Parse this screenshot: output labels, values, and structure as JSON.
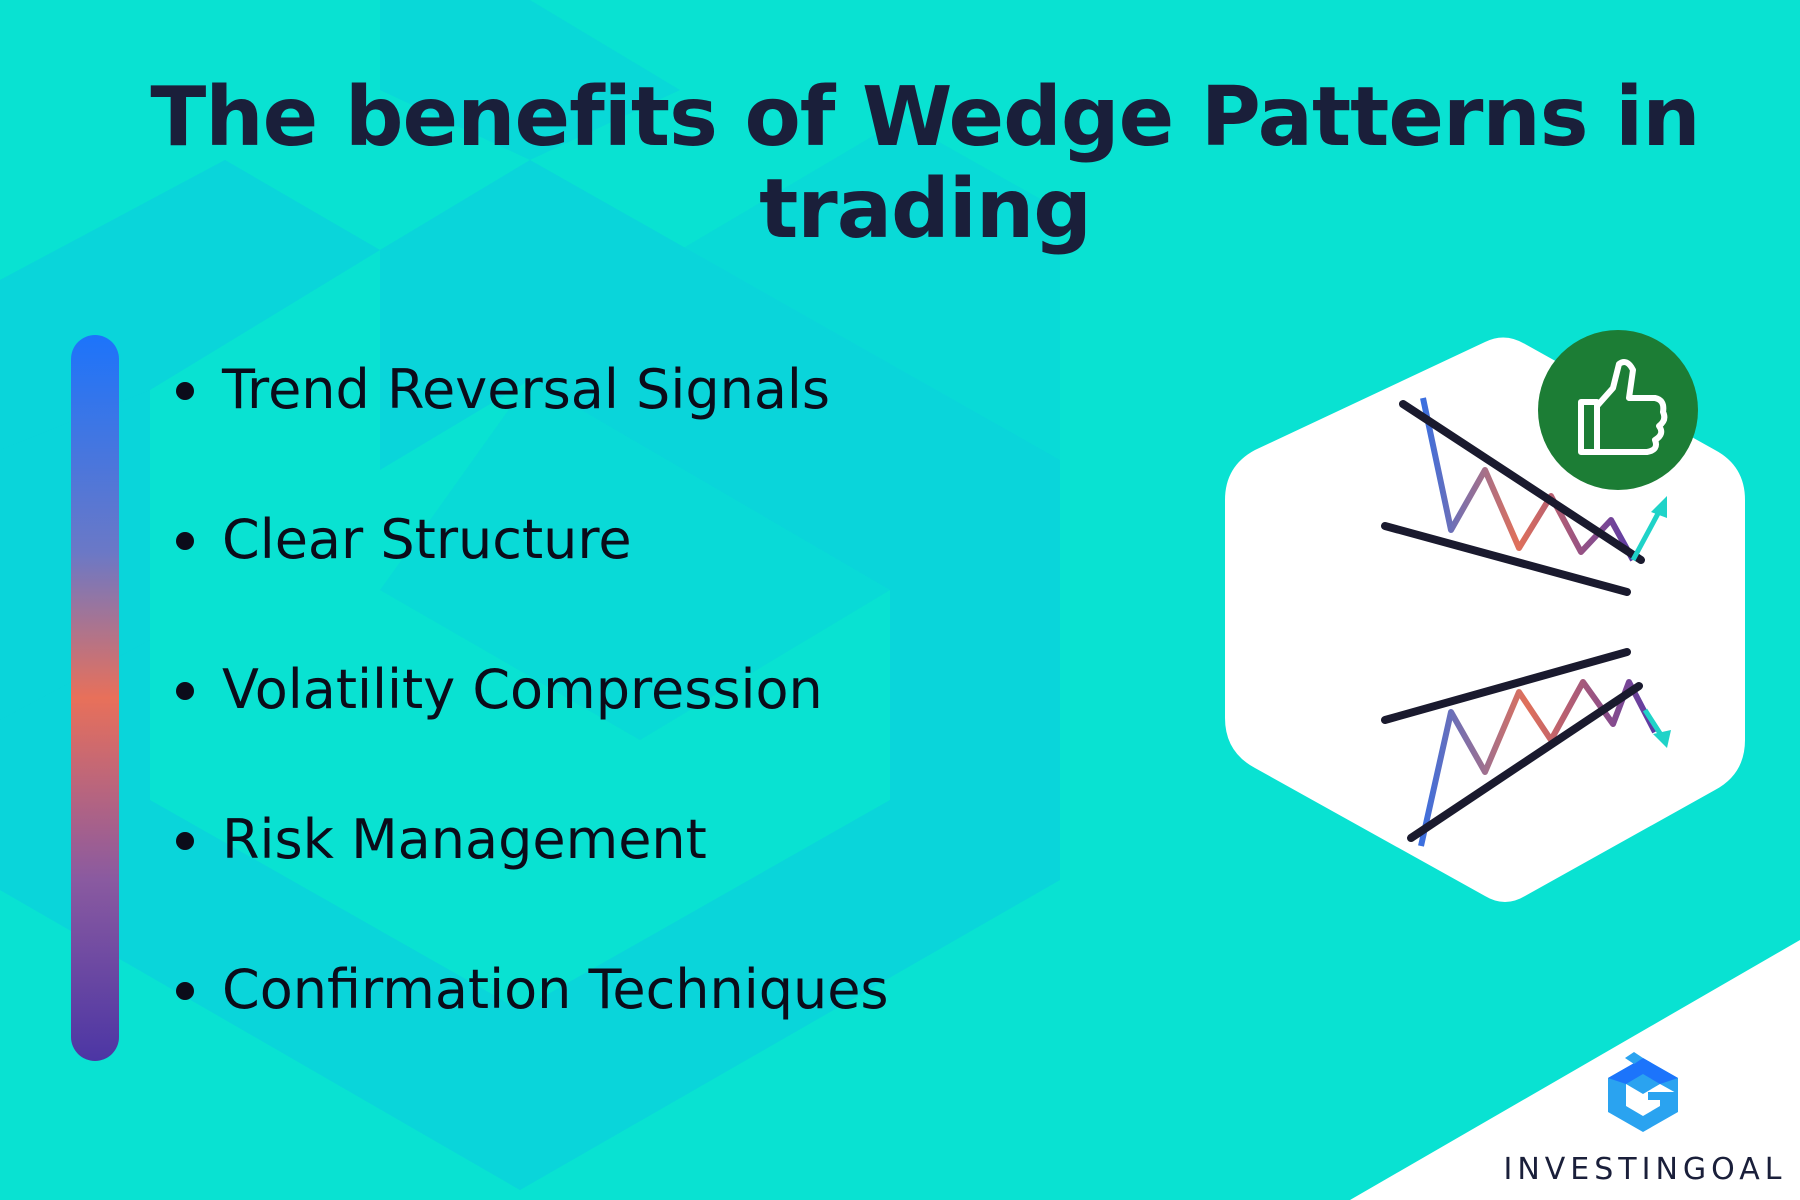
{
  "title": {
    "line1": "The benefits of Wedge Patterns in",
    "line2": "trading"
  },
  "benefits": [
    "Trend Reversal Signals",
    "Clear Structure",
    "Volatility Compression",
    "Risk Management",
    "Confirmation Techniques"
  ],
  "brand": {
    "name": "INVESTINGOAL"
  },
  "icons": {
    "approval": "thumbs-up-icon",
    "logo": "investingoal-logo-icon"
  },
  "colors": {
    "background": "#09e2d2",
    "pattern": "#0bd2dc",
    "title": "#1a1f3a",
    "text": "#0b0c1a",
    "bar_top": "#1c74fb",
    "bar_middle": "#e8705a",
    "bar_bottom": "#4c36a4",
    "badge": "#1c7d35",
    "trend_line": "#1a1a2e",
    "arrow": "#1fd3c8"
  }
}
